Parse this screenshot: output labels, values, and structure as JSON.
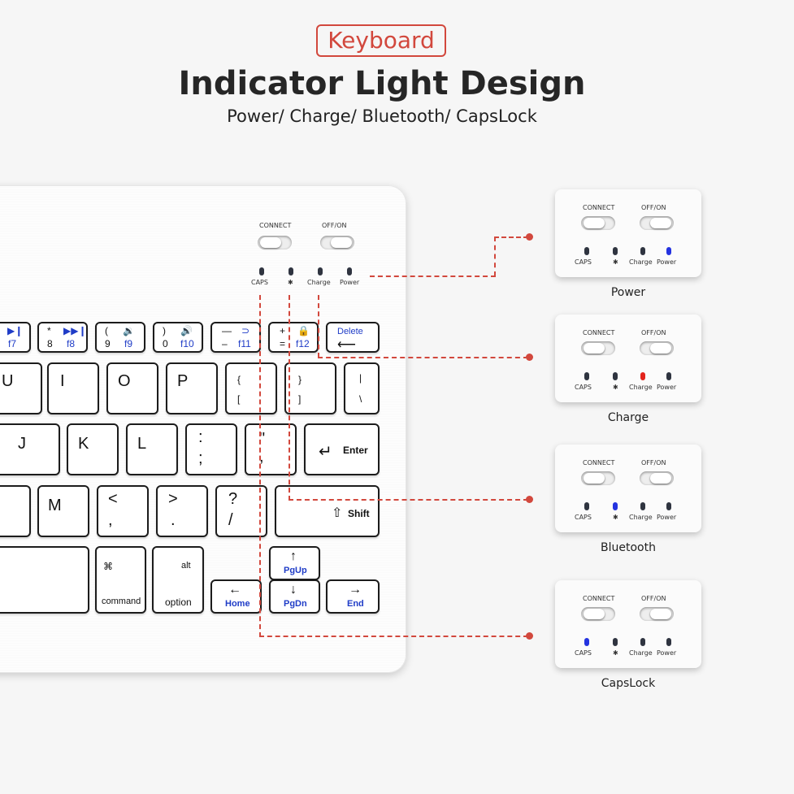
{
  "header": {
    "tag": "Keyboard",
    "title": "Indicator Light Design",
    "subtitle": "Power/ Charge/ Bluetooth/ CapsLock"
  },
  "keyboard": {
    "connect_label": "CONNECT",
    "offon_label": "OFF/ON",
    "indicators": [
      "CAPS",
      "✱",
      "Charge",
      "Power"
    ],
    "keys": {
      "f7_icon": "▶❙",
      "f7": "f7",
      "f8_top": "*",
      "f8_icon": "▶▶❙",
      "f8_num": "8",
      "f8": "f8",
      "f9_top": "(",
      "f9_icon": "🔉",
      "f9_num": "9",
      "f9": "f9",
      "f10_top": ")",
      "f10_icon": "🔊",
      "f10_num": "0",
      "f10": "f10",
      "f11_top": "—",
      "f11_icon": "⊃",
      "f11_num": "–",
      "f11": "f11",
      "f12_top": "+",
      "f12_icon": "🔒",
      "f12_num": "=",
      "f12": "f12",
      "delete": "Delete",
      "delete_arrow": "⟵",
      "u": "U",
      "i": "I",
      "o": "O",
      "p": "P",
      "brace_top": "{",
      "brace_bot": "[",
      "brace2_top": "}",
      "brace2_bot": "]",
      "pipe_top": "|",
      "pipe_bot": "\\",
      "j": "J",
      "k": "K",
      "l": "L",
      "colon_top": ":",
      "colon_bot": ";",
      "quote_top": "\"",
      "quote_bot": ",",
      "enter": "Enter",
      "m": "M",
      "lt_top": "<",
      "lt_bot": ",",
      "gt_top": ">",
      "gt_bot": ".",
      "q_top": "?",
      "q_bot": "/",
      "shift": "Shift",
      "cmd_icon": "⌘",
      "command": "command",
      "alt": "alt",
      "option": "option",
      "home": "Home",
      "pgup": "PgUp",
      "pgdn": "PgDn",
      "end": "End"
    }
  },
  "cards": [
    {
      "caption": "Power",
      "active": "Power",
      "active_color": "#2433e0"
    },
    {
      "caption": "Charge",
      "active": "Charge",
      "active_color": "#e3241c"
    },
    {
      "caption": "Bluetooth",
      "active": "Bluetooth",
      "active_color": "#2433e0"
    },
    {
      "caption": "CapsLock",
      "active": "CAPS",
      "active_color": "#2433e0"
    }
  ],
  "card_labels": {
    "connect": "CONNECT",
    "offon": "OFF/ON",
    "caps": "CAPS",
    "bt": "✱",
    "charge": "Charge",
    "power": "Power"
  },
  "colors": {
    "accent": "#d2483d",
    "led_off": "#2f3440",
    "led_blue": "#2433e0",
    "led_red": "#e3241c",
    "fn_blue": "#1f3cc7"
  }
}
